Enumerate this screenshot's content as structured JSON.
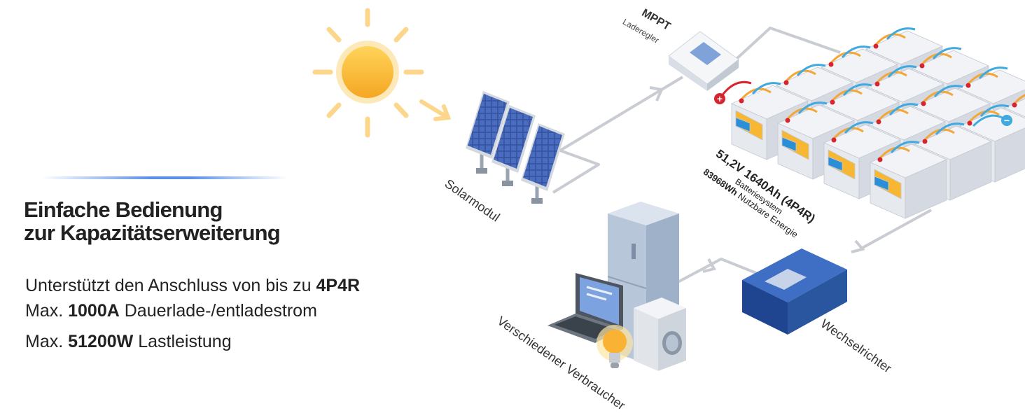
{
  "headline": {
    "line1": "Einfache Bedienung",
    "line2": "zur Kapazitätserweiterung"
  },
  "features": [
    {
      "pre": "Unterstützt den Anschluss von bis zu ",
      "bold": "4P4R",
      "post": ""
    },
    {
      "pre": "Max. ",
      "bold": "1000A",
      "post": " Dauerlade-/entladestrom"
    },
    {
      "pre": "Max. ",
      "bold": "51200W",
      "post": " Lastleistung"
    }
  ],
  "diagram": {
    "mppt_title": "MPPT",
    "mppt_sub": "Laderegler",
    "solar_label": "Solarmodul",
    "battery_spec_line1": "51,2V 1640Ah (4P4R)",
    "battery_spec_line2": "Batteriesystem",
    "battery_spec_line3_bold": "83968Wh",
    "battery_spec_line3_rest": " Nutzbare Energie",
    "inverter_label": "Wechselrichter",
    "consumers_label": "Verschiedener Verbraucher",
    "plus_sign": "+",
    "minus_sign": "−"
  },
  "colors": {
    "sun": "#f9b233",
    "sun_rays": "#fcd68a",
    "connector_line": "#c9ccd2",
    "panel_blue": "#3a5aa8",
    "battery_body": "#e8eaee",
    "cable_orange": "#f4a637",
    "cable_blue": "#3fa9e0",
    "cable_red": "#d8242e",
    "inverter_blue": "#2752a3",
    "accent_line": "#5a8fe6"
  },
  "icons": [
    "sun-icon",
    "solar-panel-icon",
    "mppt-controller-icon",
    "battery-bank-icon",
    "inverter-icon",
    "fridge-icon",
    "laptop-icon",
    "washing-machine-icon",
    "light-bulb-icon"
  ]
}
